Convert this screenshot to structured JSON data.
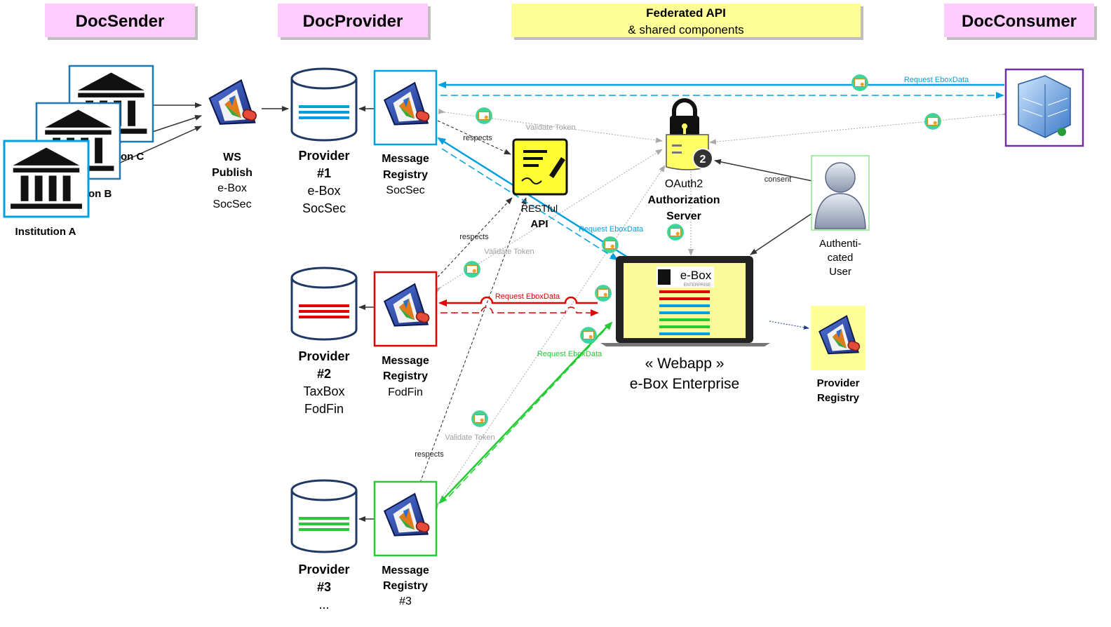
{
  "headers": {
    "docsender": "DocSender",
    "docprovider": "DocProvider",
    "federated_line1": "Federated API",
    "federated_line2": "& shared components",
    "docconsumer": "DocConsumer"
  },
  "institutions": {
    "c_label": "on C",
    "b_label": "on B",
    "a_label": "Institution A"
  },
  "ws_publish": [
    "WS",
    "Publish",
    "e-Box",
    "SocSec"
  ],
  "providers": [
    {
      "lines": [
        "Provider",
        "#1",
        "e-Box",
        "SocSec"
      ],
      "color": "#00a0e0"
    },
    {
      "lines": [
        "Provider",
        "#2",
        "TaxBox",
        "FodFin"
      ],
      "color": "#e00000"
    },
    {
      "lines": [
        "Provider",
        "#3",
        "..."
      ],
      "color": "#22cc33"
    }
  ],
  "registries": [
    [
      "Message",
      "Registry",
      "SocSec"
    ],
    [
      "Message",
      "Registry",
      "FodFin"
    ],
    [
      "Message",
      "Registry",
      "#3"
    ]
  ],
  "restful_api": [
    "RESTful",
    "API"
  ],
  "oauth": [
    "OAuth2",
    "Authorization",
    "Server"
  ],
  "user": [
    "Authenti-",
    "cated",
    "User"
  ],
  "webapp": [
    "« Webapp »",
    "e-Box Enterprise"
  ],
  "webapp_logo": "e-Box",
  "webapp_logo_sub": "ENTERPRISE",
  "provider_registry": [
    "Provider",
    "Registry"
  ],
  "edge_labels": {
    "respects": "respects",
    "validate_token": "Validate Token",
    "consent": "consent",
    "request_eboxdata": "Request EboxData"
  },
  "colors": {
    "header_pink": "#ffccff",
    "header_yellow": "#ffff99",
    "socsec_blue": "#00a0e0",
    "fodfin_red": "#e00000",
    "green": "#22cc33",
    "consumer_purple": "#7030a0"
  }
}
